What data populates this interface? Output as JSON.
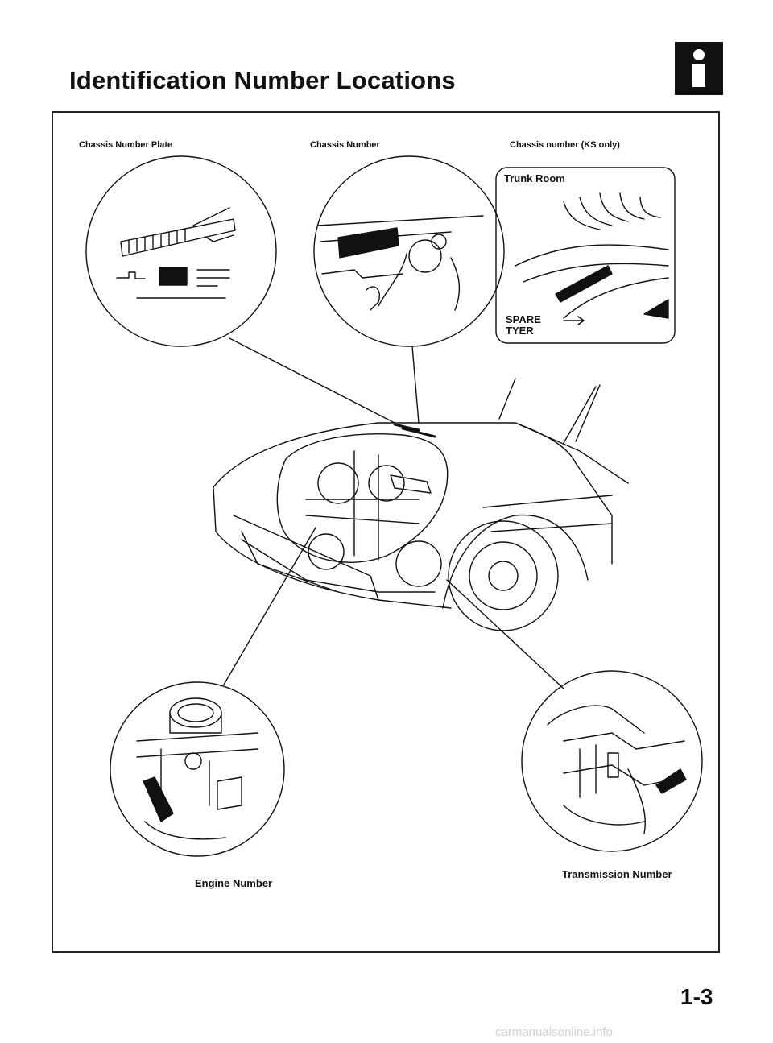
{
  "page": {
    "title": "Identification Number Locations",
    "badge_icon": "info-icon",
    "page_number": "1-3",
    "footer": "carmanualsonline.info"
  },
  "labels": {
    "chassis_number_plate": "Chassis Number Plate",
    "chassis_number": "Chassis Number",
    "chassis_number_ks": "Chassis number (KS only)",
    "trunk_room": "Trunk Room",
    "spare": "SPARE",
    "tyer": "TYER",
    "engine_number": "Engine Number",
    "transmission_number": "Transmission Number"
  },
  "colors": {
    "ink": "#111111",
    "paper": "#ffffff"
  }
}
